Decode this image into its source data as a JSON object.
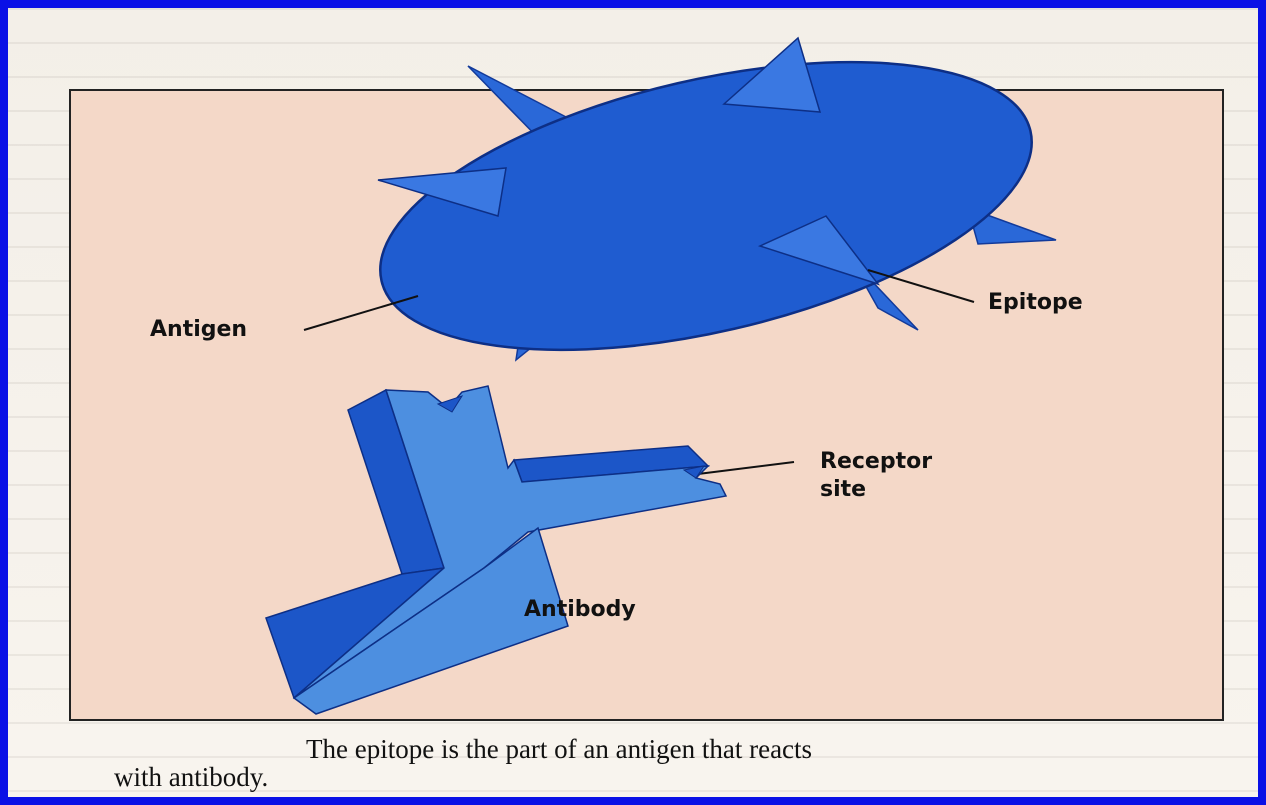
{
  "figure": {
    "labels": {
      "antigen": "Antigen",
      "epitope": "Epitope",
      "receptor_site_line1": "Receptor",
      "receptor_site_line2": "site",
      "antibody": "Antibody"
    },
    "caption_line1": "The epitope is the part of an antigen that reacts",
    "caption_line2": "with antibody."
  },
  "colors": {
    "frame_border": "#0a10e6",
    "panel_background": "#f4d8c8",
    "antigen_fill": "#1f5cd0",
    "antigen_dark": "#1848b8",
    "antibody_light": "#4d8fe0",
    "antibody_dark": "#1c56c8"
  }
}
